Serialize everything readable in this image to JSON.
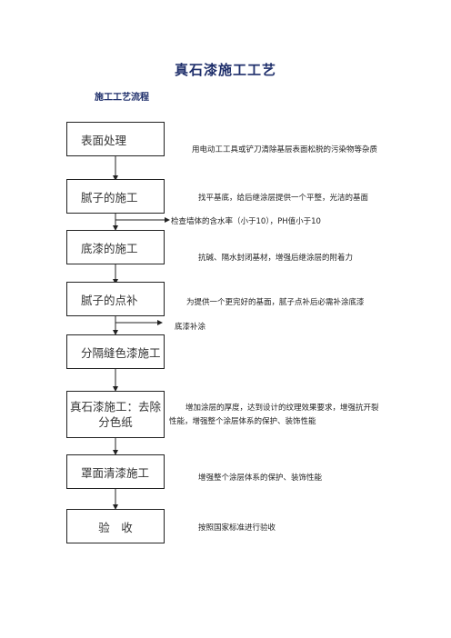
{
  "document": {
    "title": "真石漆施工工艺",
    "subtitle": "施工工艺流程"
  },
  "steps": [
    {
      "label": "表面处理",
      "note": "用电动工工具或铲刀清除基层表面松脱的污染物等杂质"
    },
    {
      "label": "腻子的施工",
      "note": "找平基底，给后继涂层提供一个平整，光洁的基面"
    },
    {
      "label": "底漆的施工",
      "note": "抗碱、隔水封闭基材，增强后继涂层的附着力"
    },
    {
      "label": "腻子的点补",
      "note": "为提供一个更完好的基面，腻子点补后必需补涂底漆"
    },
    {
      "label": "分隔缝色漆施工",
      "note": ""
    },
    {
      "label": "真石漆施工：去除分色纸",
      "note": "增加涂层的厚度，达到设计的纹理效果要求，增强抗开裂性能，增强整个涂层体系的保护、装饰性能"
    },
    {
      "label": "罩面清漆施工",
      "note": "增强整个涂层体系的保护、装饰性能"
    },
    {
      "label": "验　收",
      "note": "按照国家标准进行验收"
    }
  ],
  "branches": [
    {
      "label": "检查墙体的含水率（小于10），PH值小于10"
    },
    {
      "label": "底漆补涂"
    }
  ]
}
